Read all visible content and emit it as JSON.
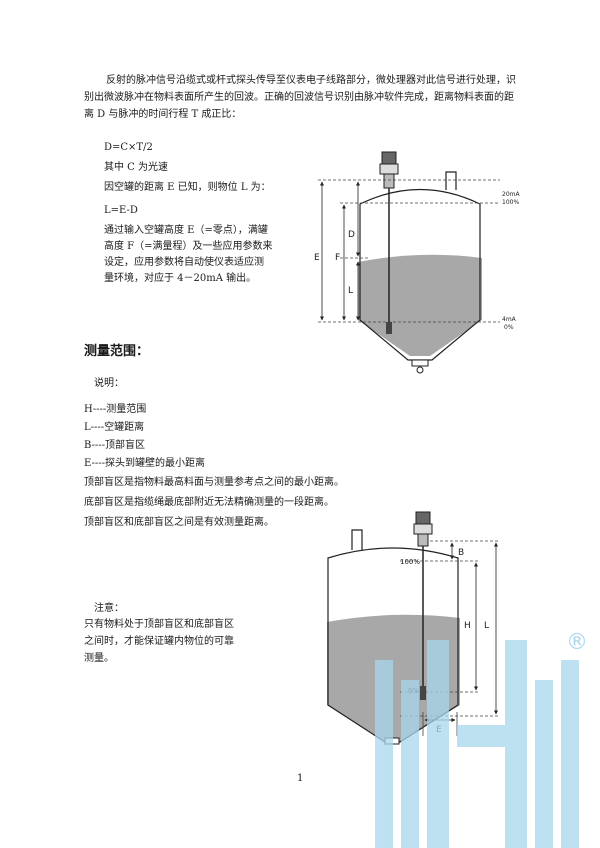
{
  "intro": {
    "paragraph": "反射的脉冲信号沿缆式或杆式探头传导至仪表电子线路部分，微处理器对此信号进行处理，识别出微波脉冲在物料表面所产生的回波。正确的回波信号识别由脉冲软件完成，距离物料表面的距离 D 与脉冲的时间行程 T 成正比："
  },
  "formulas": {
    "f1": "D=C×T/2",
    "f2": "其中 C 为光速",
    "f3": "因空罐的距离 E 已知，则物位 L 为：",
    "f4": "L=E-D"
  },
  "settings": {
    "l1": "通过输入空罐高度 E（=零点），满罐",
    "l2": "高度 F（=满量程）及一些应用参数来",
    "l3": "设定，应用参数将自动使仪表适应测",
    "l4": "量环境，对应于 4－20mA 输出。"
  },
  "diagram1": {
    "label_e": "E",
    "label_f": "F",
    "label_d": "D",
    "label_l": "L",
    "label_20ma": "20mA",
    "label_100": "100%",
    "label_4ma": "4mA",
    "label_0": "0%"
  },
  "section": {
    "title": "测量范围：",
    "note_label": "说明：",
    "def_h": "H----测量范围",
    "def_l": "L----空罐距离",
    "def_b": "B----顶部盲区",
    "def_e": "E----探头到罐壁的最小距离",
    "top_blind": "顶部盲区是指物料最高料面与测量参考点之间的最小距离。",
    "bottom_blind": "底部盲区是指缆绳最底部附近无法精确测量的一段距离。",
    "effective": "顶部盲区和底部盲区之间是有效测量距离。"
  },
  "notice": {
    "title": "注意：",
    "l1": "只有物料处于顶部盲区和底部盲区",
    "l2": "之间时，才能保证罐内物位的可靠",
    "l3": "测量。"
  },
  "diagram2": {
    "label_b": "B",
    "label_h": "H",
    "label_l": "L",
    "label_e": "E",
    "label_100": "100%",
    "label_0": "0%"
  },
  "watermark": {
    "registered": "®"
  },
  "footer": {
    "page_number": "1"
  },
  "colors": {
    "material": "#a8a8a8",
    "line": "#222222",
    "watermark": "#a9d7ee"
  }
}
